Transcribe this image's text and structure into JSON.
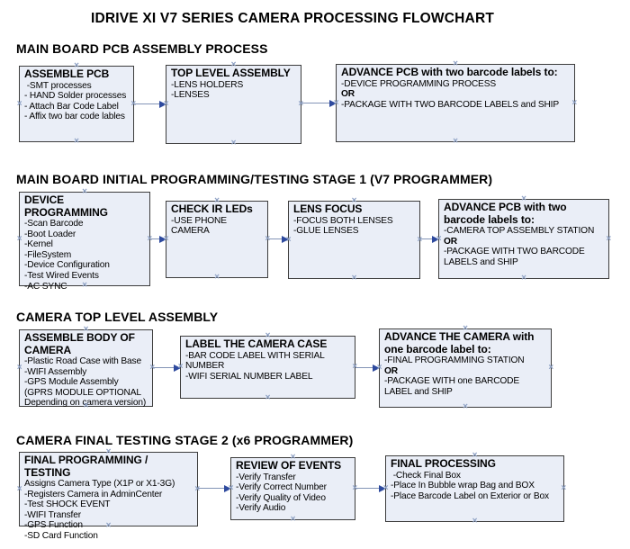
{
  "title": "IDRIVE XI V7 SERIES CAMERA PROCESSING FLOWCHART",
  "colors": {
    "box_fill": "#eaeef7",
    "box_border": "#3c3c3c",
    "connector_line": "#8394b6",
    "arrowhead": "#2e4a9e",
    "connection_point": "#8ea1c4"
  },
  "icons": {
    "connection_point": "×"
  },
  "sections": [
    {
      "heading": "MAIN BOARD PCB ASSEMBLY PROCESS",
      "boxes": [
        {
          "title": "ASSEMBLE PCB",
          "items": [
            " -SMT processes",
            "- HAND Solder processes",
            "- Attach Bar Code Label",
            "- Affix two bar code lables"
          ]
        },
        {
          "title": "TOP LEVEL ASSEMBLY",
          "items": [
            "-LENS HOLDERS",
            "-LENSES"
          ]
        },
        {
          "title": "ADVANCE PCB with two barcode labels to:",
          "items": [
            "-DEVICE PROGRAMMING PROCESS",
            {
              "text": "OR",
              "bold": true
            },
            "-PACKAGE WITH TWO BARCODE LABELS and SHIP"
          ]
        }
      ]
    },
    {
      "heading": "MAIN BOARD INITIAL PROGRAMMING/TESTING STAGE 1 (V7 PROGRAMMER)",
      "boxes": [
        {
          "title": "DEVICE PROGRAMMING",
          "items": [
            "-Scan Barcode",
            "-Boot Loader",
            "-Kernel",
            "-FileSystem",
            "-Device Configuration",
            "-Test Wired Events",
            "-AC SYNC"
          ]
        },
        {
          "title": "CHECK IR LEDs",
          "items": [
            "-USE PHONE CAMERA"
          ]
        },
        {
          "title": "LENS FOCUS",
          "items": [
            "-FOCUS BOTH LENSES",
            "-GLUE LENSES"
          ]
        },
        {
          "title": "ADVANCE PCB with two barcode labels to:",
          "items": [
            "-CAMERA TOP ASSEMBLY STATION",
            {
              "text": "OR",
              "bold": true
            },
            "-PACKAGE WITH TWO BARCODE LABELS and SHIP"
          ]
        }
      ]
    },
    {
      "heading": "CAMERA TOP LEVEL ASSEMBLY",
      "boxes": [
        {
          "title": "ASSEMBLE BODY OF CAMERA",
          "items": [
            "-Plastic Road Case with Base",
            "-WIFI Assembly",
            "-GPS Module Assembly",
            "(GPRS MODULE OPTIONAL Depending on camera version)"
          ]
        },
        {
          "title": "LABEL THE CAMERA CASE",
          "items": [
            "-BAR CODE LABEL WITH SERIAL NUMBER",
            "-WIFI SERIAL NUMBER LABEL"
          ]
        },
        {
          "title": "ADVANCE THE CAMERA with one barcode label to:",
          "items": [
            "-FINAL PROGRAMMING STATION",
            {
              "text": "OR",
              "bold": true
            },
            "-PACKAGE WITH one BARCODE LABEL and SHIP"
          ]
        }
      ]
    },
    {
      "heading": "CAMERA FINAL TESTING STAGE 2 (x6 PROGRAMMER)",
      "boxes": [
        {
          "title": "FINAL PROGRAMMING / TESTING",
          "items": [
            "Assigns Camera Type (X1P or X1-3G)",
            "-Registers Camera in AdminCenter",
            "-Test SHOCK EVENT",
            "-WIFI Transfer",
            "-GPS Function",
            "-SD Card Function"
          ]
        },
        {
          "title": "REVIEW OF EVENTS",
          "items": [
            "-Verify Transfer",
            "-Verify Correct Number",
            "-Verify Quality of Video",
            "-Verify Audio"
          ]
        },
        {
          "title": "FINAL PROCESSING",
          "items": [
            " -Check Final Box",
            "-Place In Bubble wrap Bag and BOX",
            "-Place Barcode Label on Exterior or Box"
          ]
        }
      ]
    }
  ]
}
